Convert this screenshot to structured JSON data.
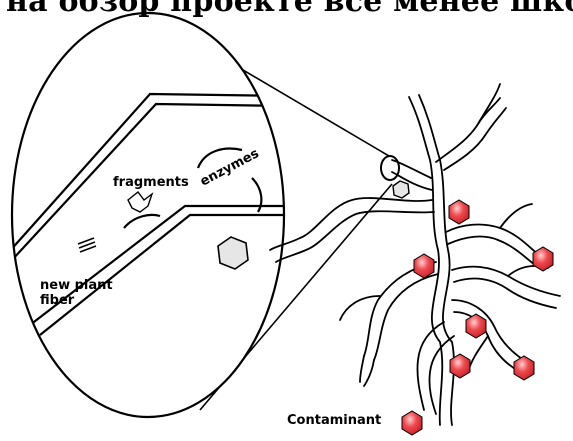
{
  "caption_fragment": "на обзор проекте всё менее шкодиню",
  "labels": {
    "fragments": "fragments",
    "enzymes": "enzymes",
    "new_plant_fiber_line1": "new plant",
    "new_plant_fiber_line2": "fiber",
    "contaminant": "Contaminant"
  },
  "colors": {
    "contaminant_fill": "#e8343c",
    "contaminant_highlight": "#ffd0d0",
    "ink": "#000000",
    "hexagon_gray": "#e6e6e6"
  }
}
